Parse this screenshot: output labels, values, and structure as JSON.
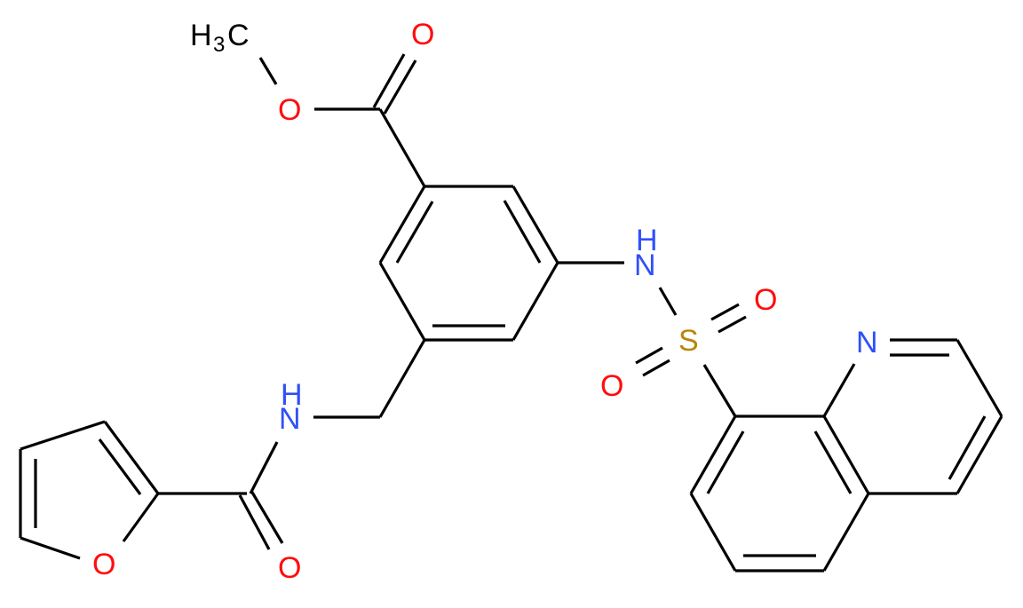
{
  "diagram": {
    "type": "chemical-structure",
    "name": "methyl 3-[(furan-2-carbonylamino)methyl]-5-(quinolin-8-ylsulfonylamino)benzoate",
    "colors": {
      "bond": "#000000",
      "carbon_label": "#000000",
      "oxygen": "#ff0d0d",
      "nitrogen": "#3050f8",
      "sulfur": "#b8860b",
      "background": "#ffffff"
    },
    "atom_labels": {
      "methyl_h": "H",
      "methyl_sub": "3",
      "methyl_c": "C",
      "ester_o": "O",
      "carbonyl_o": "O",
      "sulfonamide_n": "N",
      "sulfonamide_h": "H",
      "sulfonyl_o1": "O",
      "sulfonyl_s": "S",
      "sulfonyl_o2": "O",
      "quinoline_n": "N",
      "amide_n": "N",
      "amide_h": "H",
      "furan_o": "O",
      "amide_o": "O"
    },
    "fragments": [
      "methyl ester",
      "central benzene ring",
      "sulfonamide NH",
      "sulfonyl SO2",
      "quinoline",
      "CH2 linker",
      "amide NH",
      "furan-2-carbonyl"
    ]
  }
}
